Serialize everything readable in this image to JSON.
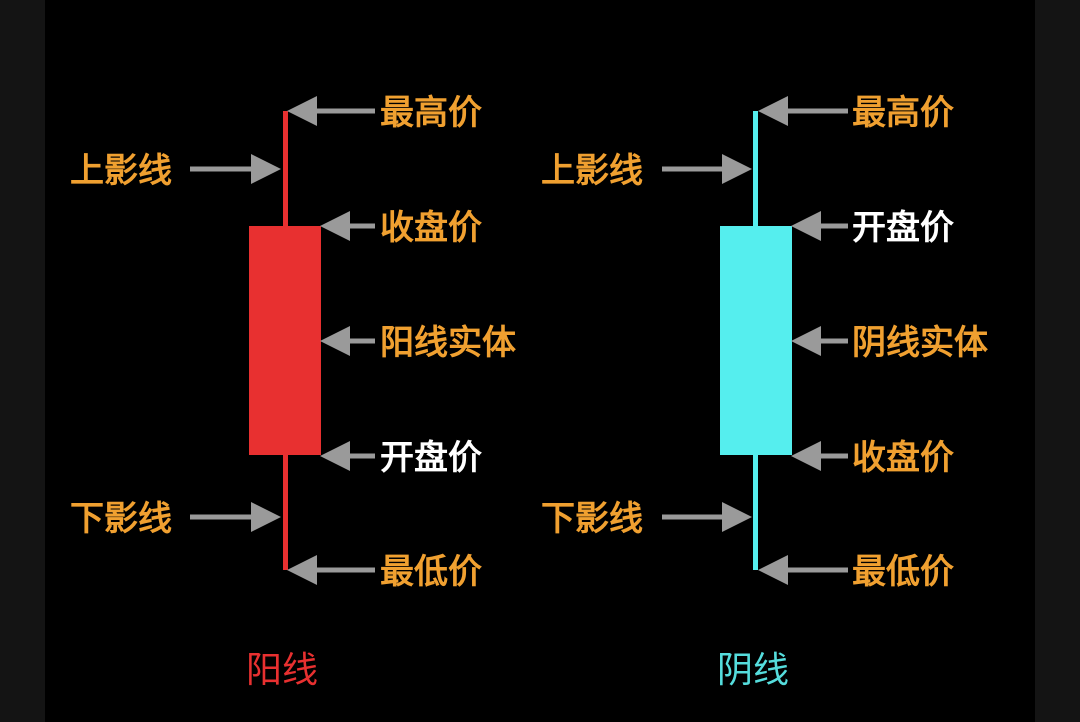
{
  "colors": {
    "bullish": "#e83030",
    "bearish": "#55eeee",
    "label_orange": "#f0a030",
    "label_white": "#ffffff",
    "arrow": "#9a9a9a",
    "background": "#000000",
    "side_panel": "#141414"
  },
  "candles": [
    {
      "id": "bullish",
      "caption": "阳线",
      "caption_color": "#e83030",
      "color": "#e83030",
      "labels": {
        "high": {
          "text": "最高价",
          "color": "#f0a030"
        },
        "upper_shadow": {
          "text": "上影线",
          "color": "#f0a030"
        },
        "body_top": {
          "text": "收盘价",
          "color": "#f0a030"
        },
        "body": {
          "text": "阳线实体",
          "color": "#f0a030"
        },
        "body_bottom": {
          "text": "开盘价",
          "color": "#ffffff"
        },
        "lower_shadow": {
          "text": "下影线",
          "color": "#f0a030"
        },
        "low": {
          "text": "最低价",
          "color": "#f0a030"
        }
      }
    },
    {
      "id": "bearish",
      "caption": "阴线",
      "caption_color": "#55dddd",
      "color": "#55eeee",
      "labels": {
        "high": {
          "text": "最高价",
          "color": "#f0a030"
        },
        "upper_shadow": {
          "text": "上影线",
          "color": "#f0a030"
        },
        "body_top": {
          "text": "开盘价",
          "color": "#ffffff"
        },
        "body": {
          "text": "阴线实体",
          "color": "#f0a030"
        },
        "body_bottom": {
          "text": "收盘价",
          "color": "#f0a030"
        },
        "lower_shadow": {
          "text": "下影线",
          "color": "#f0a030"
        },
        "low": {
          "text": "最低价",
          "color": "#f0a030"
        }
      }
    }
  ]
}
